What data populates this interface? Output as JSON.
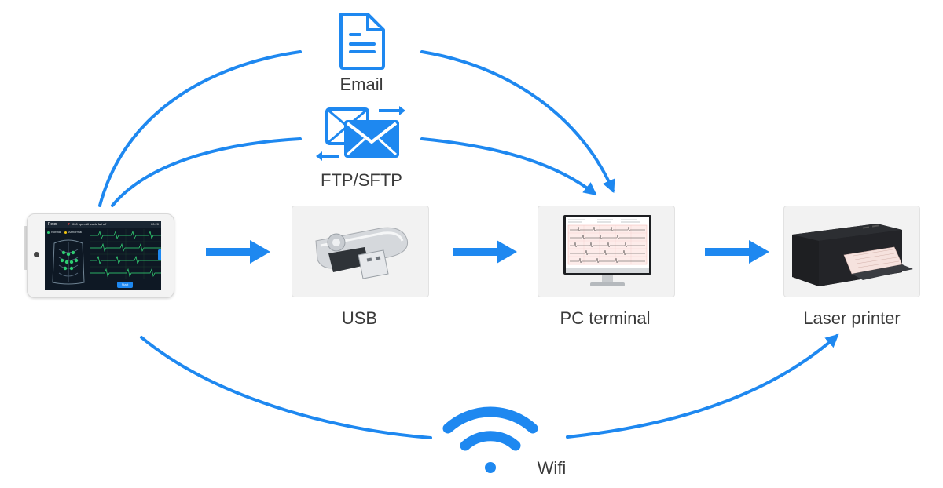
{
  "labels": {
    "email": "Email",
    "ftp": "FTP/SFTP",
    "usb": "USB",
    "pc": "PC terminal",
    "printer": "Laser printer",
    "wifi": "Wifi"
  },
  "device_screen": {
    "patient": "Peter",
    "status": "000 bpm  All leads fall off",
    "time": "00:20",
    "legend_normal": "Normal",
    "legend_abnormal": "Abnormal",
    "start_button": "Start"
  },
  "colors": {
    "accent": "#1e88f0",
    "card_bg": "#f2f2f2",
    "label_text": "#3a3a3a"
  },
  "icons": {
    "email": "document-icon",
    "ftp": "envelope-transfer-icon",
    "wifi": "wifi-icon"
  }
}
